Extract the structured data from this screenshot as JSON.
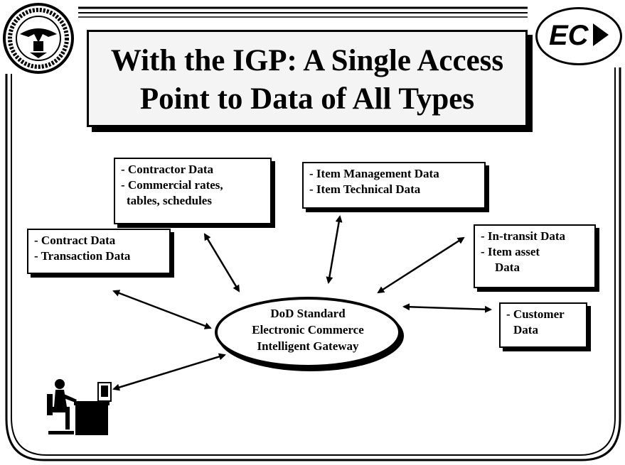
{
  "title": {
    "line1": "With the IGP:  A Single Access",
    "line2": "Point to Data of All Types"
  },
  "logo": {
    "text": "EC"
  },
  "gateway": {
    "line1": "DoD Standard",
    "line2": "Electronic Commerce",
    "line3": "Intelligent Gateway"
  },
  "boxes": {
    "contractor": [
      "Contractor Data",
      "Commercial rates,"
    ],
    "contractor_cont": "tables, schedules",
    "item": [
      "Item Management Data",
      "Item Technical Data"
    ],
    "contract": [
      "Contract Data",
      "Transaction Data"
    ],
    "transit": [
      "In-transit Data",
      "Item asset"
    ],
    "transit_cont": "Data",
    "customer": [
      "Customer"
    ],
    "customer_cont": "Data"
  },
  "colors": {
    "ink": "#000000",
    "paper": "#ffffff",
    "title_bg": "#f4f4f4"
  }
}
